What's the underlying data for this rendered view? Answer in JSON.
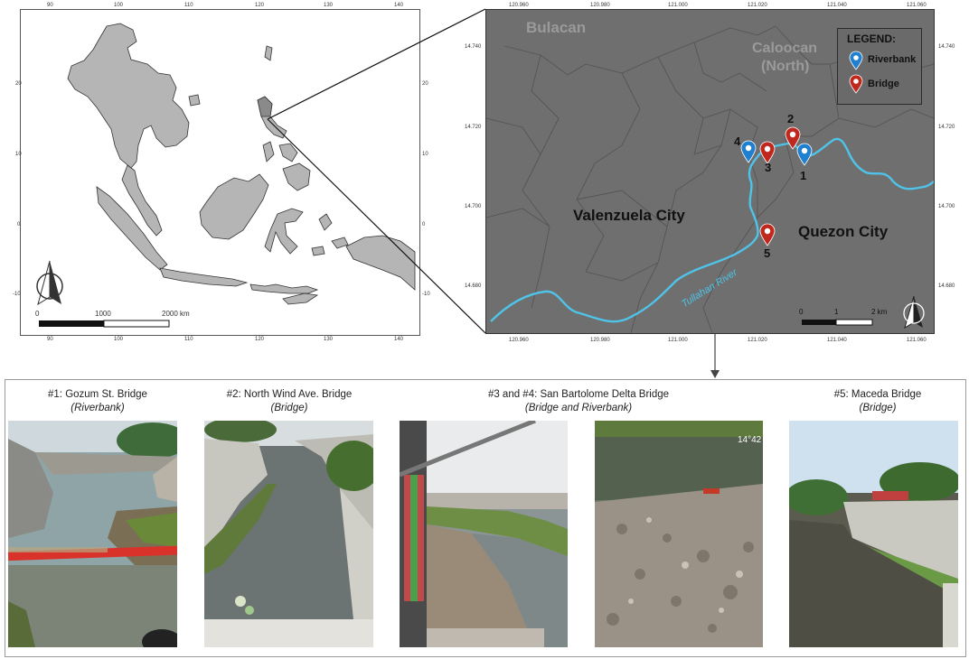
{
  "inset_map": {
    "top_ticks": [
      "90",
      "100",
      "110",
      "120",
      "130",
      "140"
    ],
    "bottom_ticks": [
      "90",
      "100",
      "110",
      "120",
      "130",
      "140"
    ],
    "left_ticks": [
      "20",
      "10",
      "0",
      "-10"
    ],
    "right_ticks": [
      "20",
      "10",
      "0",
      "-10"
    ],
    "scale_labels": [
      "0",
      "1000",
      "2000 km"
    ]
  },
  "main_map": {
    "top_ticks": [
      "120.960",
      "120.980",
      "121.000",
      "121.020",
      "121.040",
      "121.060"
    ],
    "bottom_ticks": [
      "120.960",
      "120.980",
      "121.000",
      "121.020",
      "121.040",
      "121.060"
    ],
    "left_ticks": [
      "14.740",
      "14.720",
      "14.700",
      "14.680"
    ],
    "right_ticks": [
      "14.740",
      "14.720",
      "14.700",
      "14.680"
    ],
    "regions": {
      "bulacan": "Bulacan",
      "caloocan_line1": "Caloocan",
      "caloocan_line2": "(North)",
      "valenzuela": "Valenzuela City",
      "quezon": "Quezon City"
    },
    "river_label": "Tullahan River",
    "legend": {
      "title": "LEGEND:",
      "items": [
        {
          "label": "Riverbank",
          "color": "#1f7fd0"
        },
        {
          "label": "Bridge",
          "color": "#c0281e"
        }
      ]
    },
    "scale_labels": [
      "0",
      "1",
      "2 km"
    ],
    "sites": [
      {
        "id": "1",
        "type": "Riverbank"
      },
      {
        "id": "2",
        "type": "Bridge"
      },
      {
        "id": "3",
        "type": "Bridge"
      },
      {
        "id": "4",
        "type": "Riverbank"
      },
      {
        "id": "5",
        "type": "Bridge"
      }
    ]
  },
  "photos": [
    {
      "title": "#1: Gozum St. Bridge",
      "subtitle": "(Riverbank)"
    },
    {
      "title": "#2: North Wind Ave. Bridge",
      "subtitle": "(Bridge)"
    },
    {
      "title": "#3 and #4: San Bartolome Delta Bridge",
      "subtitle": "(Bridge and Riverbank)"
    },
    {
      "title": "#5: Maceda Bridge",
      "subtitle": "(Bridge)"
    }
  ],
  "photo_timestamp": "14°42",
  "colors": {
    "river": "#4fc3e8",
    "land_inset": "#b5b5b5",
    "map_bg": "#6f6f6f",
    "riverbank_pin": "#1f7fd0",
    "bridge_pin": "#c0281e"
  }
}
